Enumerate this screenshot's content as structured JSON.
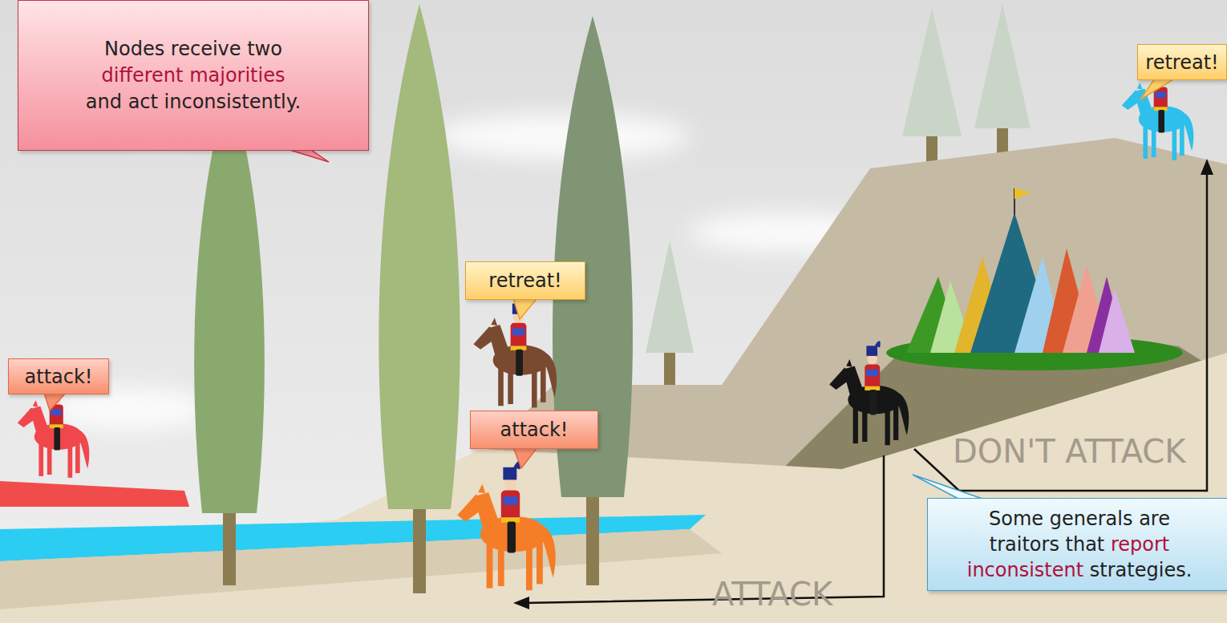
{
  "diagram": {
    "nodes": [
      {
        "text": [
          "Nodes receive two different majorities and act inconsistently."
        ]
      },
      {
        "text": [
          "retreat!"
        ]
      },
      {
        "text": [
          "retreat!"
        ]
      },
      {
        "text": [
          "attack!"
        ]
      },
      {
        "text": [
          "attack!"
        ]
      },
      {
        "text": [
          "Some generals are traitors that report inconsistent strategies."
        ]
      }
    ],
    "labels": [
      "DON'T ATTACK",
      "ATTACK"
    ]
  }
}
